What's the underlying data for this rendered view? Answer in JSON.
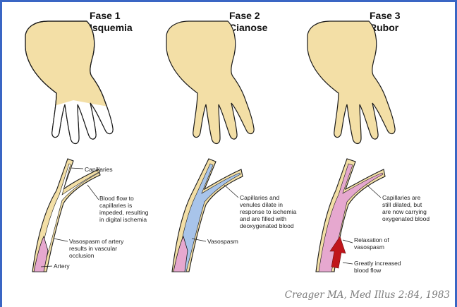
{
  "phases": [
    {
      "number": "Fase 1",
      "name": "Isquemia",
      "color": "#ffffff"
    },
    {
      "number": "Fase 2",
      "name": "Cianose",
      "color": "#a8c4ea"
    },
    {
      "number": "Fase 3",
      "name": "Rubor",
      "color": "#e6a8cf"
    }
  ],
  "colors": {
    "skin": "#f3dfa6",
    "artery_wall": "#f3dfa6",
    "outline": "#1a1a1a",
    "arrow": "#c0151b",
    "frame": "#3a66c4"
  },
  "labels": {
    "p1_capillaries": "Capillaries",
    "p1_flow": [
      "Blood flow to",
      "capillaries is",
      "impeded, resulting",
      "in digital ischemia"
    ],
    "p1_vasospasm": [
      "Vasospasm of artery",
      "results in vascular",
      "occlusion"
    ],
    "p1_artery": "Artery",
    "p2_capillaries": [
      "Capillaries and",
      "venules dilate in",
      "response to ischemia",
      "and are filled with",
      "deoxygenated blood"
    ],
    "p2_vasospasm": "Vasospasm",
    "p3_capillaries": [
      "Capillaries are",
      "still dilated, but",
      "are now carrying",
      "oxygenated blood"
    ],
    "p3_relaxation": [
      "Relaxation of",
      "vasospasm"
    ],
    "p3_flow": [
      "Greatly increased",
      "blood flow"
    ]
  },
  "citation": "Creager MA, Med Illus 2:84, 1983"
}
